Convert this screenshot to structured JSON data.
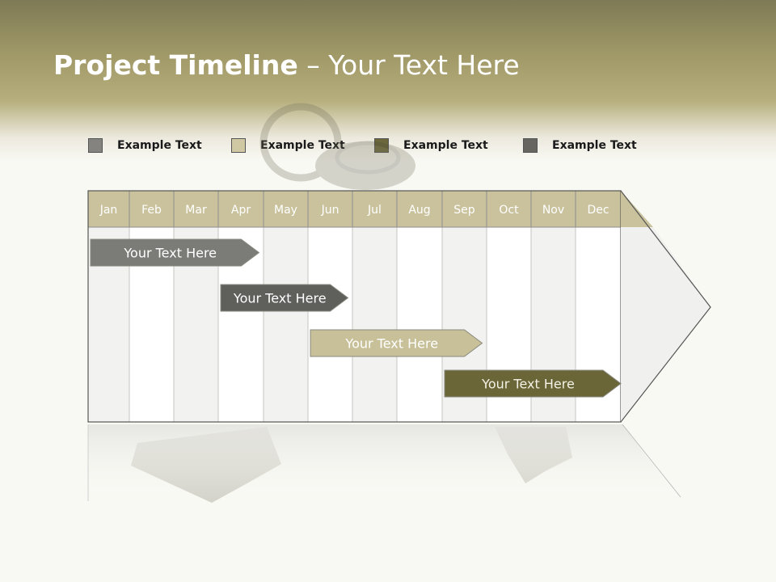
{
  "title": {
    "bold": "Project Timeline",
    "rest": " – Your Text Here"
  },
  "legend": [
    {
      "label": "Example Text",
      "color": "#85837f"
    },
    {
      "label": "Example Text",
      "color": "#d0c8a2"
    },
    {
      "label": "Example Text",
      "color": "#6c683c"
    },
    {
      "label": "Example Text",
      "color": "#66655f"
    }
  ],
  "months": [
    "Jan",
    "Feb",
    "Mar",
    "Apr",
    "May",
    "Jun",
    "Jul",
    "Aug",
    "Sep",
    "Oct",
    "Nov",
    "Dec"
  ],
  "tasks": [
    {
      "label": "Your  Text Here",
      "start": 0,
      "end": 3.9,
      "fill": "#7b7b78"
    },
    {
      "label": "Your  Text Here",
      "start": 3,
      "end": 5.9,
      "fill": "#5f5f5c"
    },
    {
      "label": "Your  Text Here",
      "start": 5,
      "end": 8.9,
      "fill": "#c8c098"
    },
    {
      "label": "Your  Text Here",
      "start": 8,
      "end": 12,
      "fill": "#6a6638"
    }
  ],
  "colors": {
    "header_cell": "#c9c29d",
    "alt_column": "#f2f2f0",
    "plain_column": "#ffffff"
  }
}
